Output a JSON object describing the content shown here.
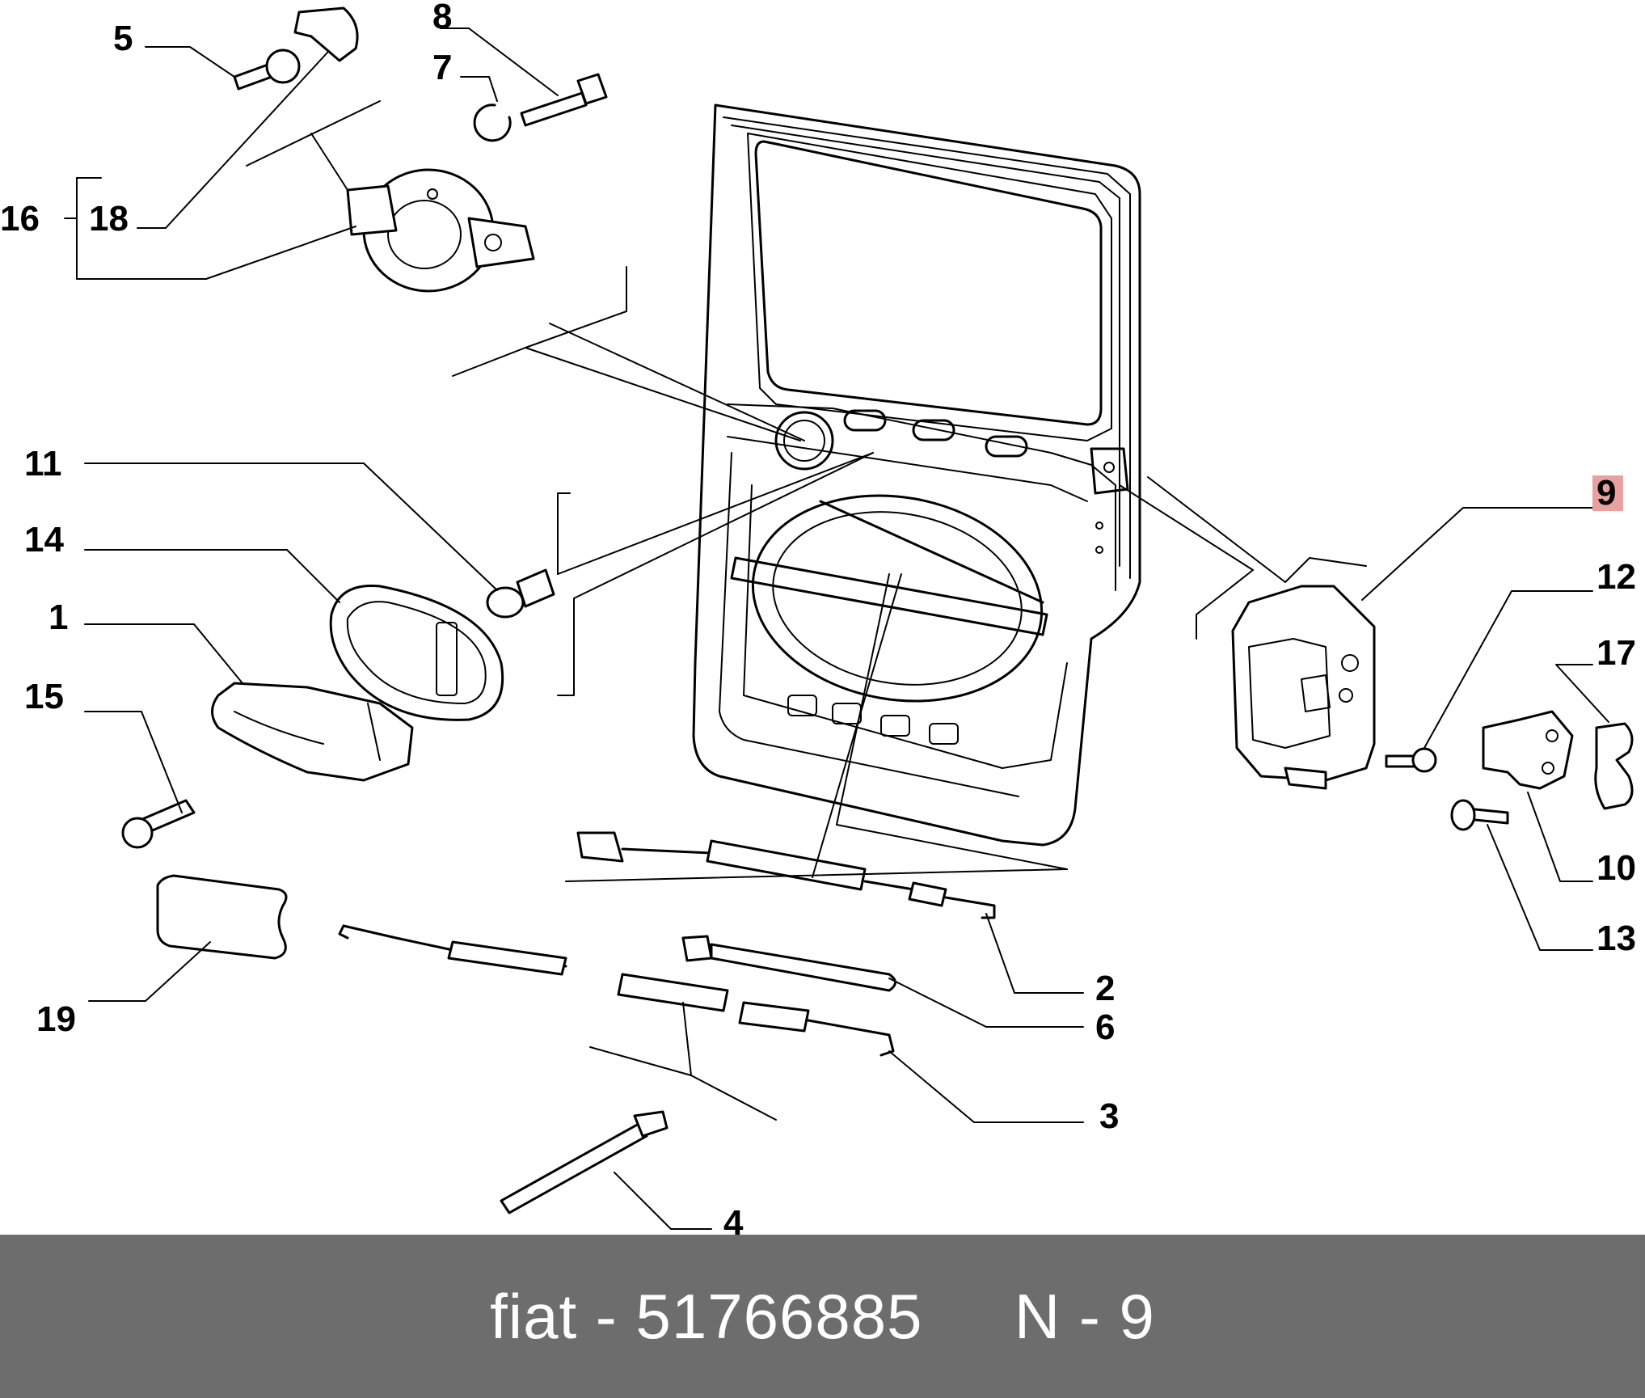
{
  "footer": {
    "brand": "fiat",
    "separator": " - ",
    "part_number": "51766885",
    "gap": "     ",
    "ref_prefix": "N - ",
    "ref_number": "9"
  },
  "callouts": {
    "c1": "1",
    "c2": "2",
    "c3": "3",
    "c4": "4",
    "c5": "5",
    "c6": "6",
    "c7": "7",
    "c8": "8",
    "c9": "9",
    "c10": "10",
    "c11": "11",
    "c12": "12",
    "c13": "13",
    "c14": "14",
    "c15": "15",
    "c16": "16",
    "c17": "17",
    "c18": "18",
    "c19": "19"
  },
  "highlighted_callout": "9",
  "colors": {
    "highlight": "#e8a0a0",
    "footer_bg": "#6d6d6d",
    "footer_text": "#ffffff"
  }
}
